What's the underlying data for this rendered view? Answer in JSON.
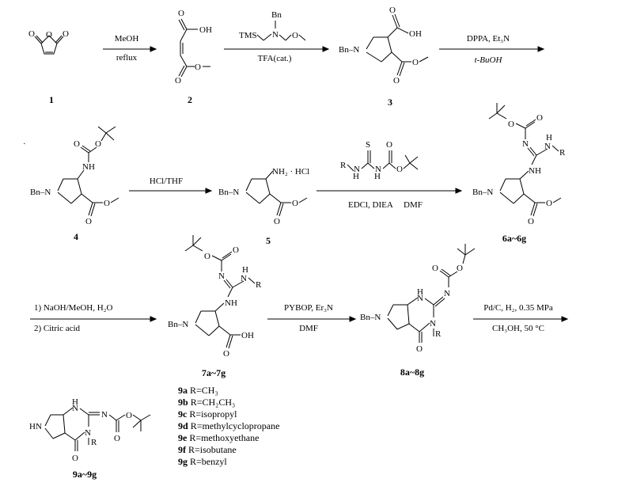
{
  "compounds": {
    "c1": "1",
    "c2": "2",
    "c3": "3",
    "c4": "4",
    "c5": "5",
    "c6": "6a~6g",
    "c7": "7a~7g",
    "c8": "8a~8g",
    "c9": "9a~9g"
  },
  "conditions": {
    "s1_top": "MeOH",
    "s1_bot": "reflux",
    "s2_reagent_tms": "TMS",
    "s2_reagent_n": "N",
    "s2_reagent_bn": "Bn",
    "s2_reagent_o": "O",
    "s2_bot": "TFA(cat.)",
    "s3_top": "DPPA, Et₃N",
    "s3_bot": "t-BuOH",
    "s4_top": "HCl/THF",
    "s5_bot": "EDCl, DIEA",
    "s5_bot2": "DMF",
    "s6_top": "1) NaOH/MeOH, H₂O",
    "s6_bot": "2) Citric acid",
    "s7_top": "PYBOP, Er₃N",
    "s7_bot": "DMF",
    "s8_top": "Pd/C, H₂, 0.35 MPa",
    "s8_bot": "CH₃OH, 50 °C"
  },
  "atoms": {
    "O": "O",
    "OH": "OH",
    "N": "N",
    "NH": "NH",
    "H": "H",
    "R": "R",
    "S": "S",
    "HN": "HN",
    "Bn_N": "Bn–N",
    "NH2HCl": "NH₂ · HCl",
    "dot": "·"
  },
  "r_groups": [
    {
      "id": "9a",
      "text": "R=CH₃"
    },
    {
      "id": "9b",
      "text": "R=CH₂CH₃"
    },
    {
      "id": "9c",
      "text": "R=isopropyl"
    },
    {
      "id": "9d",
      "text": "R=methylcyclopropane"
    },
    {
      "id": "9e",
      "text": "R=methoxyethane"
    },
    {
      "id": "9f",
      "text": "R=isobutane"
    },
    {
      "id": "9g",
      "text": "R=benzyl"
    }
  ]
}
